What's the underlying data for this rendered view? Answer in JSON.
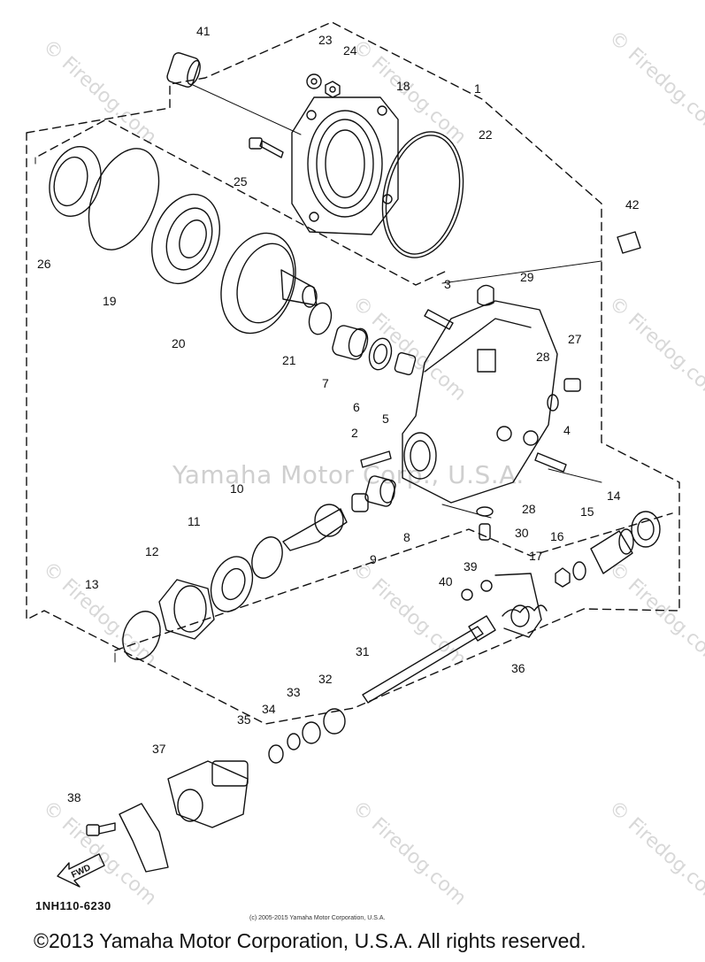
{
  "diagram": {
    "callouts": [
      "41",
      "23",
      "24",
      "18",
      "1",
      "25",
      "22",
      "42",
      "26",
      "19",
      "20",
      "3",
      "29",
      "21",
      "7",
      "6",
      "5",
      "28",
      "27",
      "2",
      "4",
      "10",
      "11",
      "12",
      "9",
      "8",
      "28",
      "30",
      "14",
      "15",
      "16",
      "17",
      "13",
      "40",
      "39",
      "31",
      "36",
      "32",
      "33",
      "34",
      "35",
      "37",
      "38"
    ],
    "fwd_label": "FWD",
    "part_code": "1NH110-6230"
  },
  "watermarks": {
    "firedog": "© Firedog.com",
    "center": "Yamaha Motor Corp., U.S.A."
  },
  "notices": {
    "small_copyright": "(c) 2005-2015 Yamaha Motor Corporation, U.S.A.",
    "footer": "©2013 Yamaha Motor Corporation, U.S.A. All rights reserved."
  },
  "colors": {
    "ink": "#111111",
    "watermark": "#d8d8d8"
  }
}
